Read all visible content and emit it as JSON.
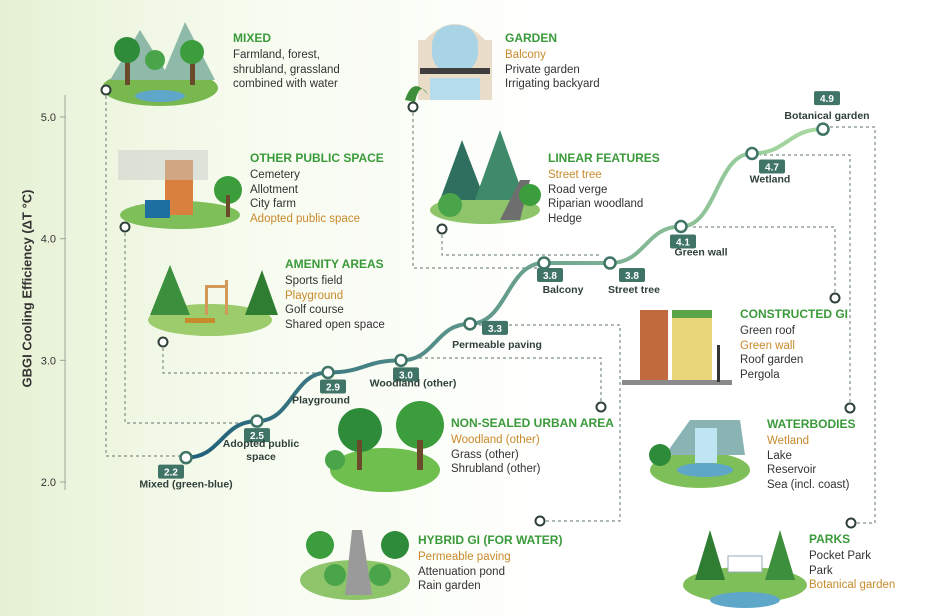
{
  "chart_data": {
    "type": "line",
    "ylabel": "GBGI Cooling Efficiency (ΔT °C)",
    "ylim": [
      2.0,
      5.0
    ],
    "yticks": [
      "2.0",
      "3.0",
      "4.0",
      "5.0"
    ],
    "points": [
      {
        "label": "Mixed (green-blue)",
        "value": 2.2
      },
      {
        "label": "Adopted public space",
        "value": 2.5
      },
      {
        "label": "Playground",
        "value": 2.9
      },
      {
        "label": "Woodland (other)",
        "value": 3.0
      },
      {
        "label": "Permeable paving",
        "value": 3.3
      },
      {
        "label": "Balcony",
        "value": 3.8
      },
      {
        "label": "Street tree",
        "value": 3.8
      },
      {
        "label": "Green wall",
        "value": 4.1
      },
      {
        "label": "Wetland",
        "value": 4.7
      },
      {
        "label": "Botanical garden",
        "value": 4.9
      }
    ]
  },
  "categories": [
    {
      "title": "MIXED",
      "items": [
        {
          "text": "Farmland, forest,"
        },
        {
          "text": "shrubland, grassland"
        },
        {
          "text": "combined with water"
        }
      ]
    },
    {
      "title": "GARDEN",
      "items": [
        {
          "text": "Balcony",
          "hl": true
        },
        {
          "text": "Private garden"
        },
        {
          "text": "Irrigating backyard"
        }
      ]
    },
    {
      "title": "OTHER PUBLIC SPACE",
      "items": [
        {
          "text": "Cemetery"
        },
        {
          "text": "Allotment"
        },
        {
          "text": "City farm"
        },
        {
          "text": "Adopted public space",
          "hl": true
        }
      ]
    },
    {
      "title": "LINEAR FEATURES",
      "items": [
        {
          "text": "Street tree",
          "hl": true
        },
        {
          "text": "Road verge"
        },
        {
          "text": "Riparian woodland"
        },
        {
          "text": "Hedge"
        }
      ]
    },
    {
      "title": "AMENITY AREAS",
      "items": [
        {
          "text": "Sports field"
        },
        {
          "text": "Playground",
          "hl": true
        },
        {
          "text": "Golf course"
        },
        {
          "text": "Shared open space"
        }
      ]
    },
    {
      "title": "CONSTRUCTED GI",
      "items": [
        {
          "text": "Green roof"
        },
        {
          "text": "Green wall",
          "hl": true
        },
        {
          "text": "Roof garden"
        },
        {
          "text": "Pergola"
        }
      ]
    },
    {
      "title": "NON-SEALED URBAN AREA",
      "items": [
        {
          "text": "Woodland (other)",
          "hl": true
        },
        {
          "text": "Grass (other)"
        },
        {
          "text": "Shrubland (other)"
        }
      ]
    },
    {
      "title": "WATERBODIES",
      "items": [
        {
          "text": "Wetland",
          "hl": true
        },
        {
          "text": "Lake"
        },
        {
          "text": "Reservoir"
        },
        {
          "text": "Sea (incl. coast)"
        }
      ]
    },
    {
      "title": "HYBRID GI (FOR WATER)",
      "items": [
        {
          "text": "Permeable paving",
          "hl": true
        },
        {
          "text": "Attenuation pond"
        },
        {
          "text": "Rain garden"
        }
      ]
    },
    {
      "title": "PARKS",
      "items": [
        {
          "text": "Pocket Park"
        },
        {
          "text": "Park"
        },
        {
          "text": "Botanical garden",
          "hl": true
        }
      ]
    }
  ],
  "colors": {
    "line_start": "#1f5e7a",
    "line_end": "#a9dba0",
    "title_green": "#3a9a3a",
    "highlight": "#c98a2c",
    "badge": "#3f7466"
  }
}
